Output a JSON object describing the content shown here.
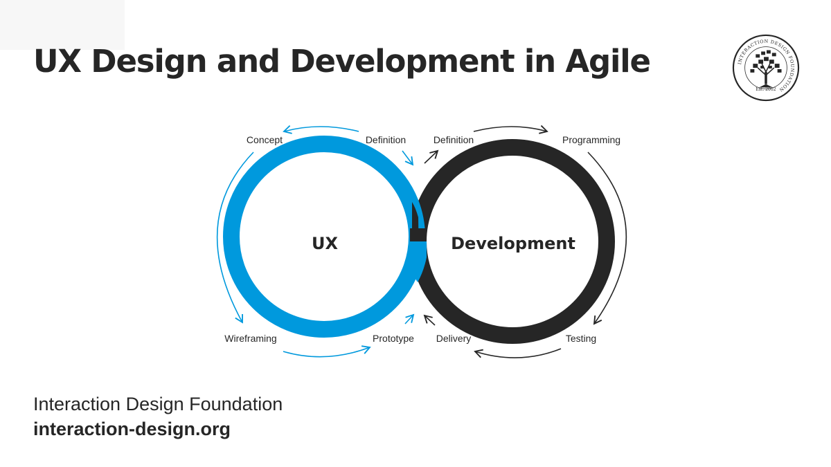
{
  "title": "UX Design and Development in Agile",
  "logo": {
    "ring_text": "INTERACTION DESIGN FOUNDATION",
    "established": "Est. 2002",
    "icon": "tree-icon"
  },
  "diagram": {
    "ux_loop": {
      "label": "UX",
      "color": "#0099dd",
      "stages": [
        "Concept",
        "Definition",
        "Prototype",
        "Wireframing"
      ]
    },
    "dev_loop": {
      "label": "Development",
      "color": "#262626",
      "stages": [
        "Definition",
        "Programming",
        "Testing",
        "Delivery"
      ]
    }
  },
  "footer": {
    "organization": "Interaction Design Foundation",
    "url": "interaction-design.org"
  }
}
